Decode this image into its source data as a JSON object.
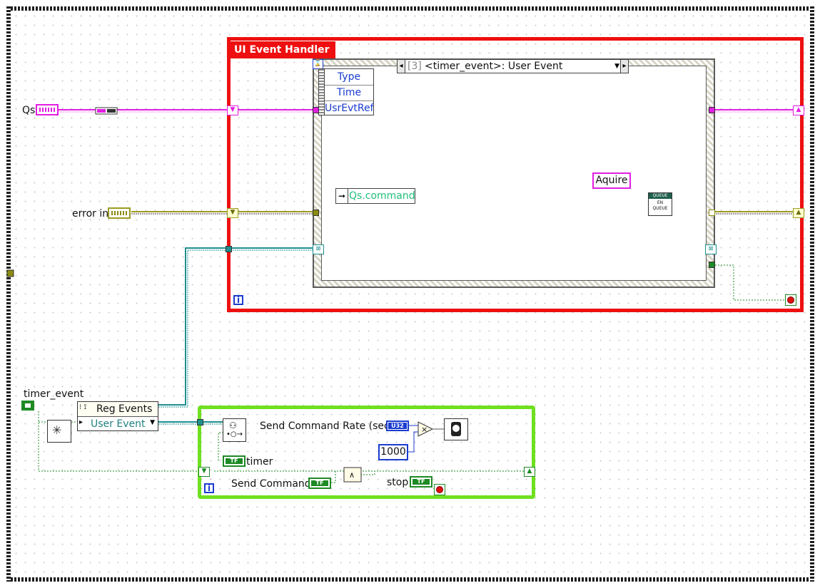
{
  "controls": {
    "qs_label": "Qs",
    "error_in_label": "error in",
    "timer_event_label": "timer_event"
  },
  "ui_loop": {
    "title": "UI Event Handler",
    "event_selector": "<timer_event>: User Event",
    "event_index": "[3]",
    "event_data_fields": [
      "Type",
      "Time",
      "UsrEvtRef"
    ],
    "unbundle_field": "Qs.command",
    "string_constant": "Aquire",
    "enqueue_header": "QUEUE",
    "enqueue_body_1": "EN",
    "enqueue_body_2": "QUEUE"
  },
  "timer_loop": {
    "reg_events_label": "Reg Events",
    "user_event_label": "User Event",
    "rate_label": "Send Command Rate (sec)",
    "rate_type": "U32",
    "multiply_constant": "1000",
    "timer_label": "timer",
    "timer_type": "TF",
    "send_command_label": "Send Command",
    "send_command_type": "TF",
    "stop_label": "stop",
    "stop_type": "TF",
    "iteration_label": "i"
  },
  "colors": {
    "while_loop_red": "#ee1010",
    "while_loop_green": "#6fe020",
    "cluster_wire": "#e21ee2",
    "error_wire": "#9b9b22",
    "refnum_wire": "#1f8f8f",
    "bool_wire": "#1e8a24",
    "numeric_wire": "#1a3ccf"
  }
}
